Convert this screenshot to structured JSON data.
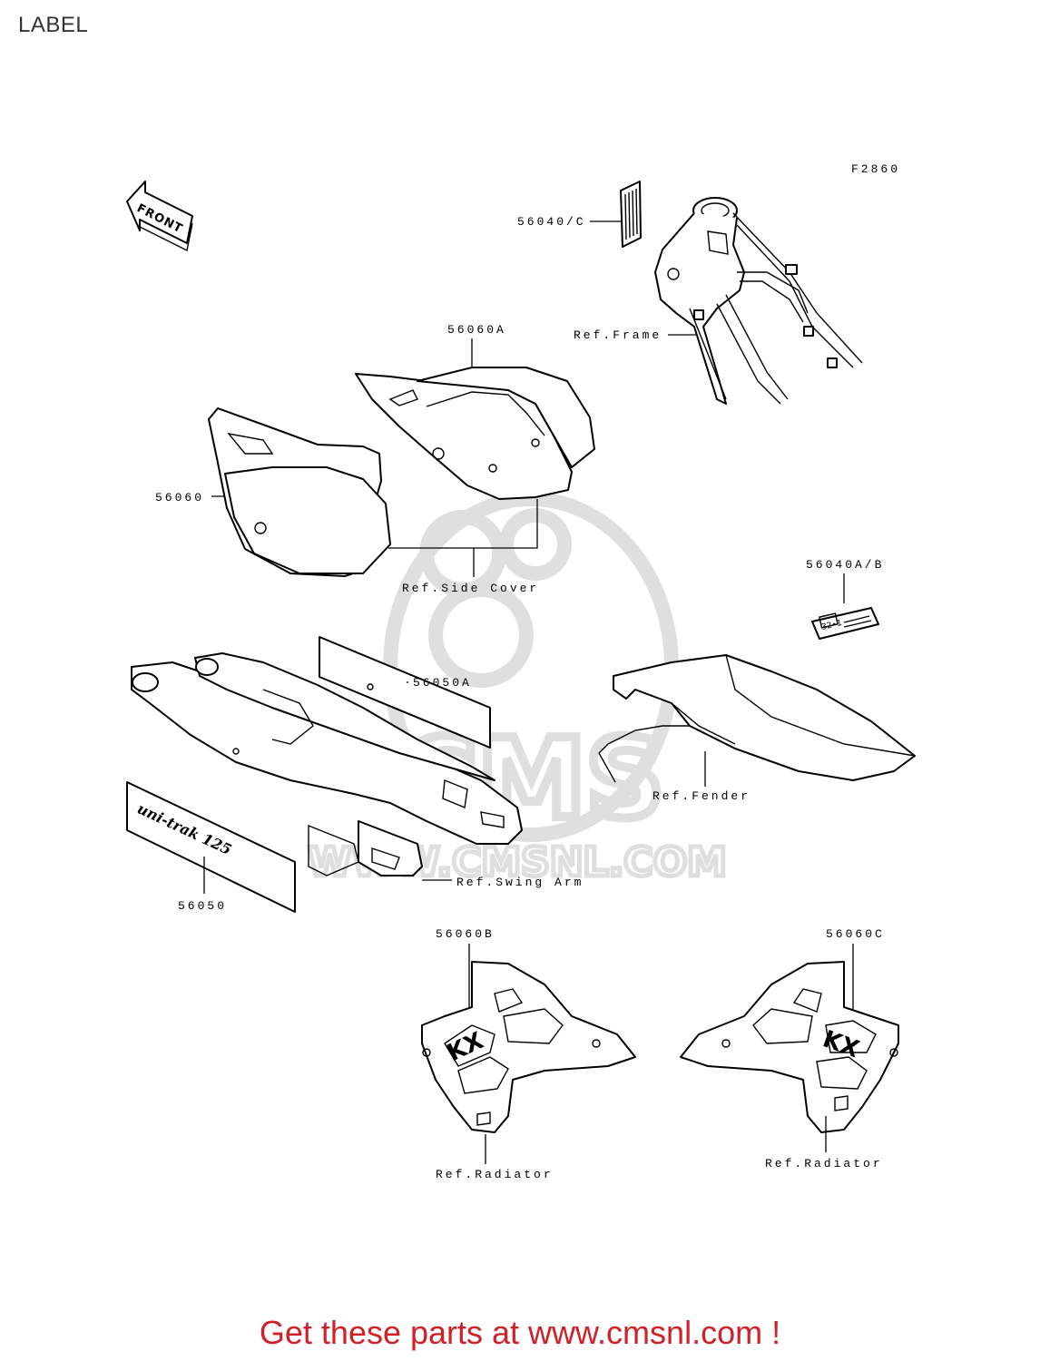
{
  "page": {
    "title": "LABEL",
    "figure_code": "F2860",
    "ad_text": "Get these parts at www.cmsnl.com !"
  },
  "watermark": {
    "brand": "CMS",
    "url": "WWW.CMSNL.COM"
  },
  "front_arrow": {
    "label": "FRONT"
  },
  "labels": {
    "p56040c": "56040/C",
    "ref_frame": "Ref.Frame",
    "p56060a": "56060A",
    "p56060": "56060",
    "ref_side_cover": "Ref.Side Cover",
    "p56040ab": "56040A/B",
    "p56050a": "56050A",
    "ref_fender": "Ref.Fender",
    "ref_swing_arm": "Ref.Swing Arm",
    "p56050": "56050",
    "p56060b": "56060B",
    "p56060c": "56060C",
    "ref_radiator_left": "Ref.Radiator",
    "ref_radiator_right": "Ref.Radiator"
  },
  "decals": {
    "small_label_text": "32∙1",
    "swingarm_script": "uni-trak 125",
    "kx_text": "KX"
  },
  "colors": {
    "ad_red": "#d0202a",
    "line": "#000000",
    "watermark": "#dcdcdc"
  }
}
